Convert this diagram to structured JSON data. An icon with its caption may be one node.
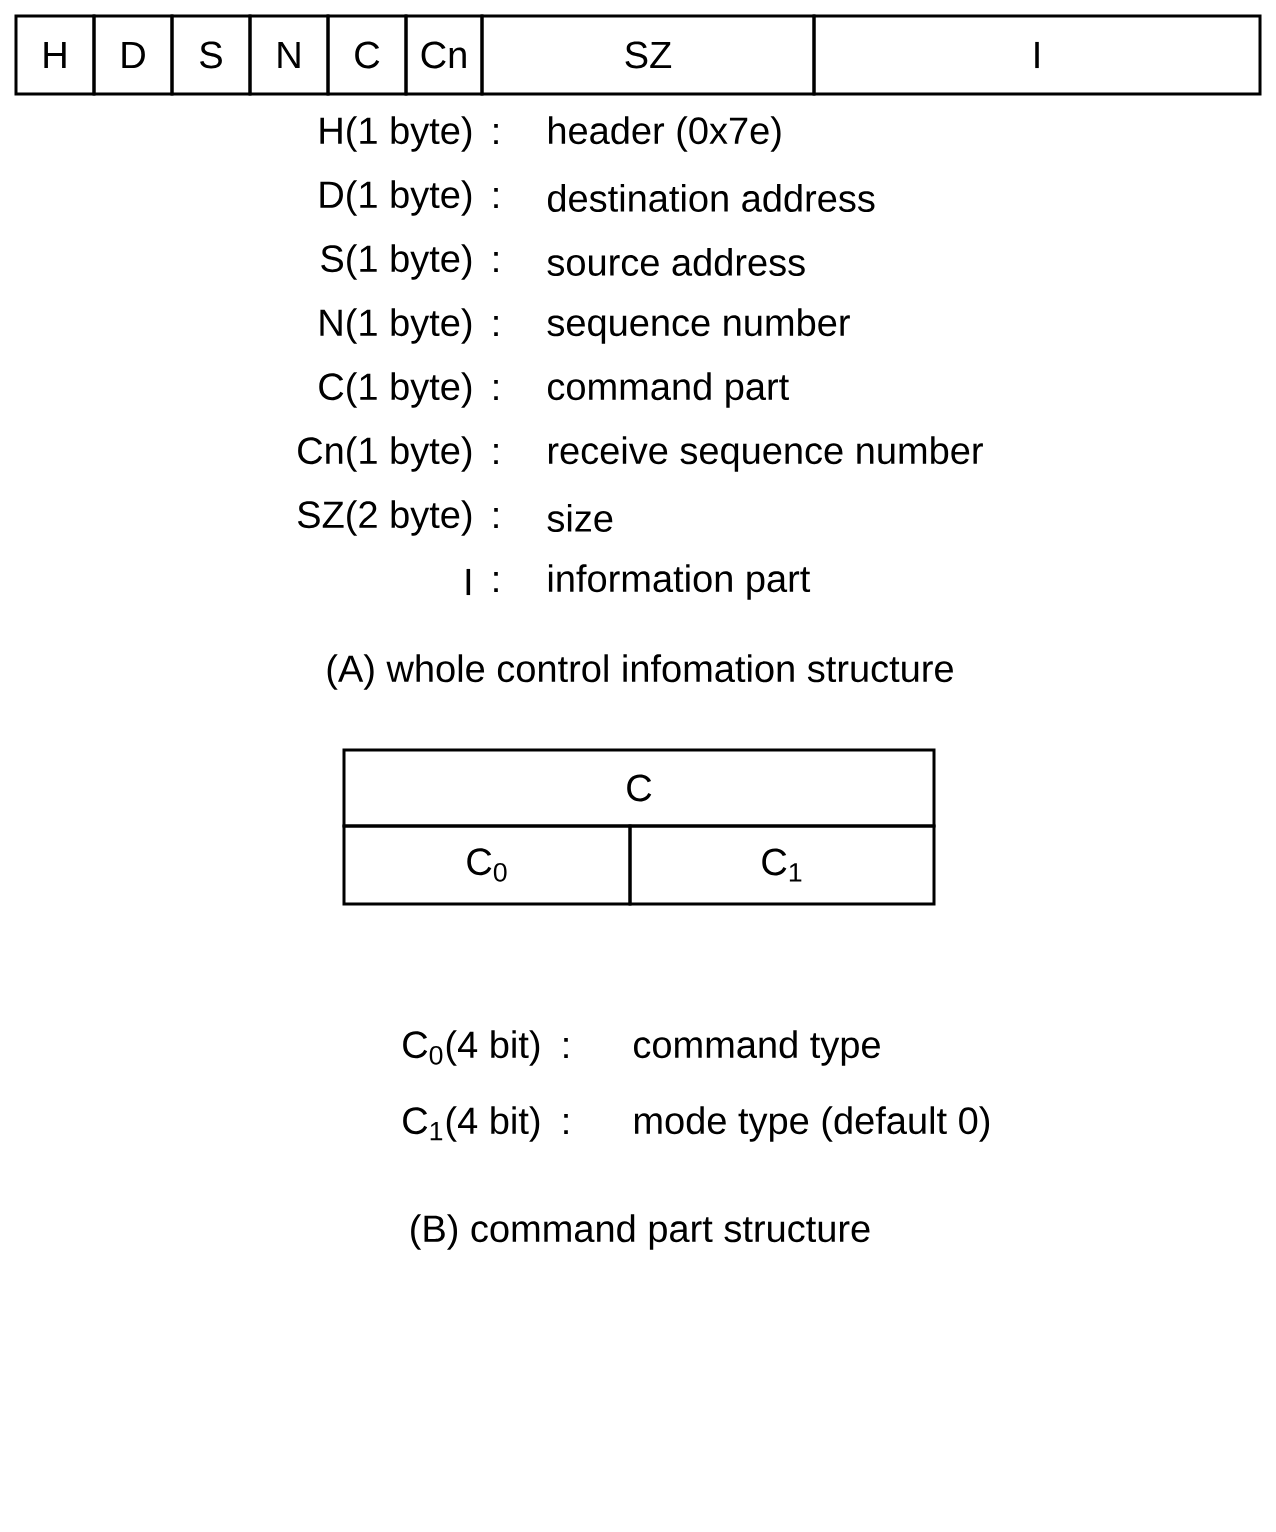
{
  "diagram": {
    "nodes": [
      {
        "text": [
          "H"
        ]
      },
      {
        "text": [
          "D"
        ]
      },
      {
        "text": [
          "S"
        ]
      },
      {
        "text": [
          "N"
        ]
      },
      {
        "text": [
          "C"
        ]
      },
      {
        "text": [
          "Cn"
        ]
      },
      {
        "text": [
          "SZ"
        ]
      },
      {
        "text": [
          "I"
        ]
      },
      {
        "text": [
          "C"
        ]
      },
      {
        "text": [
          "C$_{0}$"
        ]
      },
      {
        "text": [
          "C$_{1}$"
        ]
      }
    ],
    "labels": [
      "H(1 byte)",
      ":",
      "header (0x7e)",
      "D(1 byte)",
      ":",
      "destination address",
      "S(1 byte)",
      ":",
      "source address",
      "N(1 byte)",
      ":",
      "sequence number",
      "C(1 byte)",
      ":",
      "command part",
      "Cn(1 byte)",
      ":",
      "receive sequence number",
      "SZ(2 byte)",
      ":",
      "size",
      "I",
      ":",
      "information part",
      "(A) whole control infomation structure",
      "C$_{0}$(4 bit)",
      ":",
      "command type",
      "C$_{1}$(4 bit)",
      ":",
      "mode type (default 0)",
      "(B) command part structure"
    ]
  }
}
